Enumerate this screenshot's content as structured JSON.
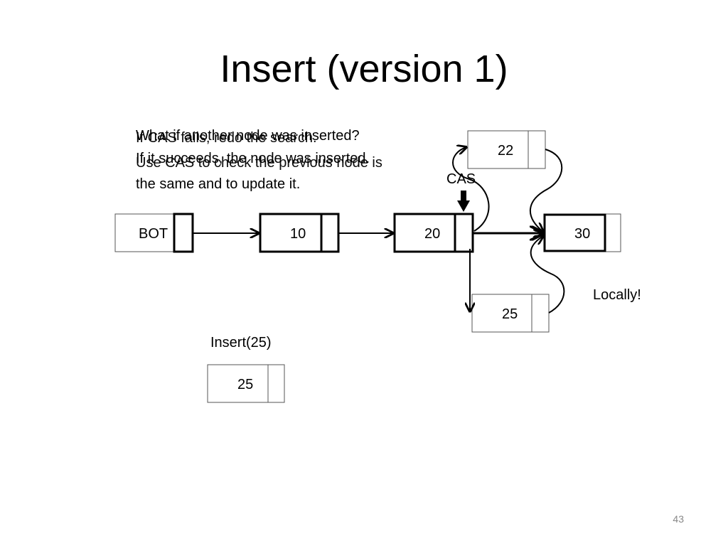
{
  "slide": {
    "title": "Insert (version 1)",
    "page_number": "43"
  },
  "text_blocks": {
    "overlap_line1_a": "What if another node was inserted?",
    "overlap_line1_b": "If CAS fails, redo the search.",
    "overlap_line2_a": "If it succeeds, the node was inserted.",
    "overlap_line2_b": "Use CAS to check the previous node is",
    "line3": "the same and to update it."
  },
  "labels": {
    "cas": "CAS",
    "locally": "Locally!",
    "insert_call": "Insert(25)"
  },
  "nodes": {
    "bot": "BOT",
    "n10": "10",
    "n20": "20",
    "n30": "30",
    "n22": "22",
    "n25_list": "25",
    "n25_new": "25"
  }
}
